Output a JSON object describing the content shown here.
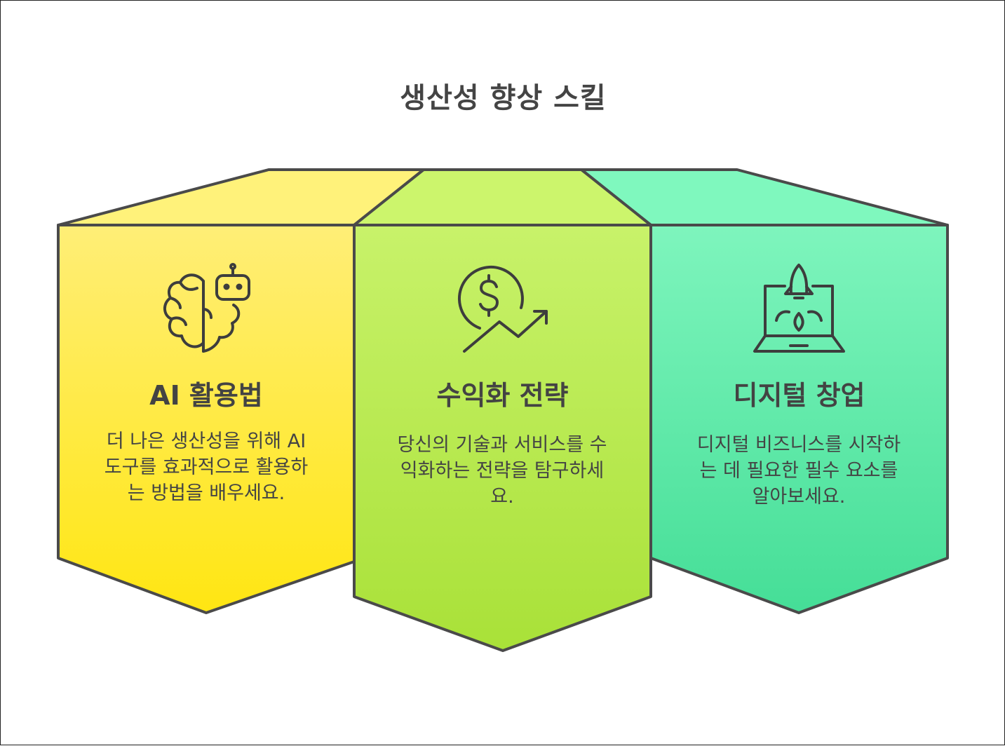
{
  "title": "생산성 향상 스킬",
  "cards": [
    {
      "title": "AI 활용법",
      "description": "더 나은 생산성을 위해 AI 도구를 효과적으로 활용하는 방법을 배우세요.",
      "icon": "brain-robot-icon",
      "colors": {
        "top": "#fff27a",
        "front_top": "#ffee77",
        "front_bottom": "#ffe612"
      }
    },
    {
      "title": "수익화 전략",
      "description": "당신의 기술과 서비스를 수익화하는 전략을 탐구하세요.",
      "icon": "dollar-growth-icon",
      "colors": {
        "top": "#ccf56c",
        "front_top": "#c8f26a",
        "front_bottom": "#a9e138"
      }
    },
    {
      "title": "디지털 창업",
      "description": "디지털 비즈니스를 시작하는 데 필요한 필수 요소를 알아보세요.",
      "icon": "rocket-laptop-icon",
      "colors": {
        "top": "#7ff8be",
        "front_top": "#7ef5bd",
        "front_bottom": "#45de97"
      }
    }
  ]
}
